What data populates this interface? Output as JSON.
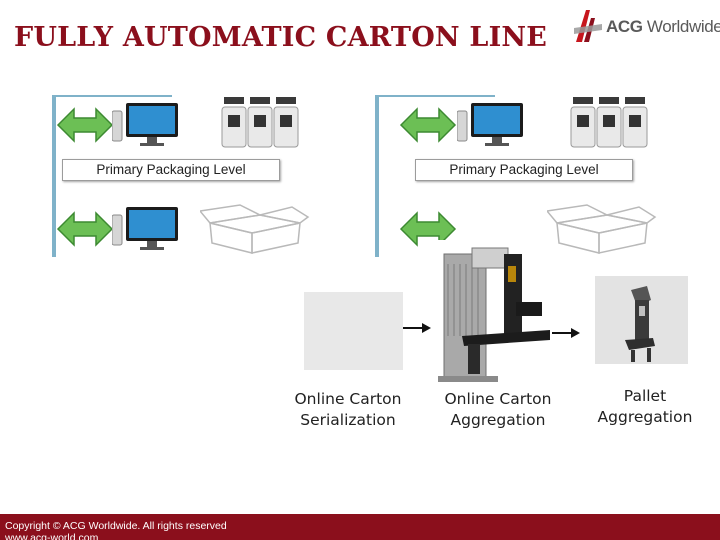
{
  "slide": {
    "title": "FULLY AUTOMATIC CARTON LINE"
  },
  "logo": {
    "brand": "ACG",
    "suffix": "Worldwide"
  },
  "diagrams": [
    {
      "level_label": "Primary Packaging Level"
    },
    {
      "level_label": "Primary Packaging Level"
    }
  ],
  "process_steps": [
    {
      "label_line1": "Online Carton",
      "label_line2": "Serialization"
    },
    {
      "label_line1": "Online Carton",
      "label_line2": "Aggregation"
    },
    {
      "label_line1": "Pallet",
      "label_line2": "Aggregation"
    }
  ],
  "footer": {
    "copyright": "Copyright © ACG Worldwide. All rights reserved",
    "website": "www.acg-world.com"
  },
  "colors": {
    "brand_maroon": "#8b0f1c",
    "arrow_green": "#5fae4f",
    "monitor_blue": "#2f8fd0"
  }
}
